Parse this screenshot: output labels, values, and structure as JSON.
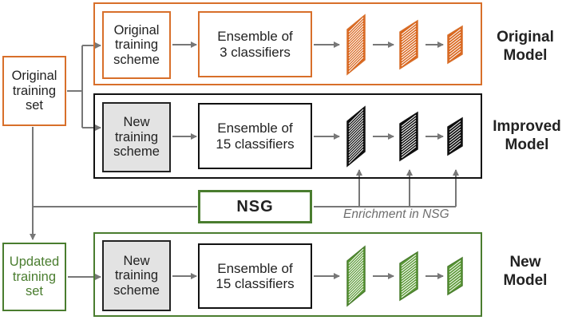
{
  "colors": {
    "original": "#d86f2a",
    "original_fill": "#d9661e",
    "improved": "#111111",
    "improved_fill": "#0d0d0d",
    "new": "#4a7d2f",
    "new_fill": "#5c9a37",
    "arrow": "#777777",
    "gray_box": "#e3e3e3"
  },
  "left": {
    "original_training_set": "Original\ntraining\nset",
    "updated_training_set": "Updated\ntraining\nset"
  },
  "rows": {
    "original": {
      "scheme": "Original\ntraining\nscheme",
      "ensemble": "Ensemble of\n3 classifiers",
      "model_label": "Original\nModel"
    },
    "improved": {
      "scheme": "New\ntraining\nscheme",
      "ensemble": "Ensemble of\n15 classifiers",
      "model_label": "Improved\nModel"
    },
    "new": {
      "scheme": "New\ntraining\nscheme",
      "ensemble": "Ensemble of\n15 classifiers",
      "model_label": "New\nModel"
    }
  },
  "nsg": {
    "label": "NSG",
    "enrichment_text": "Enrichment in NSG"
  },
  "icons": [
    "layer-stack-icon",
    "arrow-right-icon",
    "arrow-up-icon",
    "arrow-down-icon"
  ]
}
